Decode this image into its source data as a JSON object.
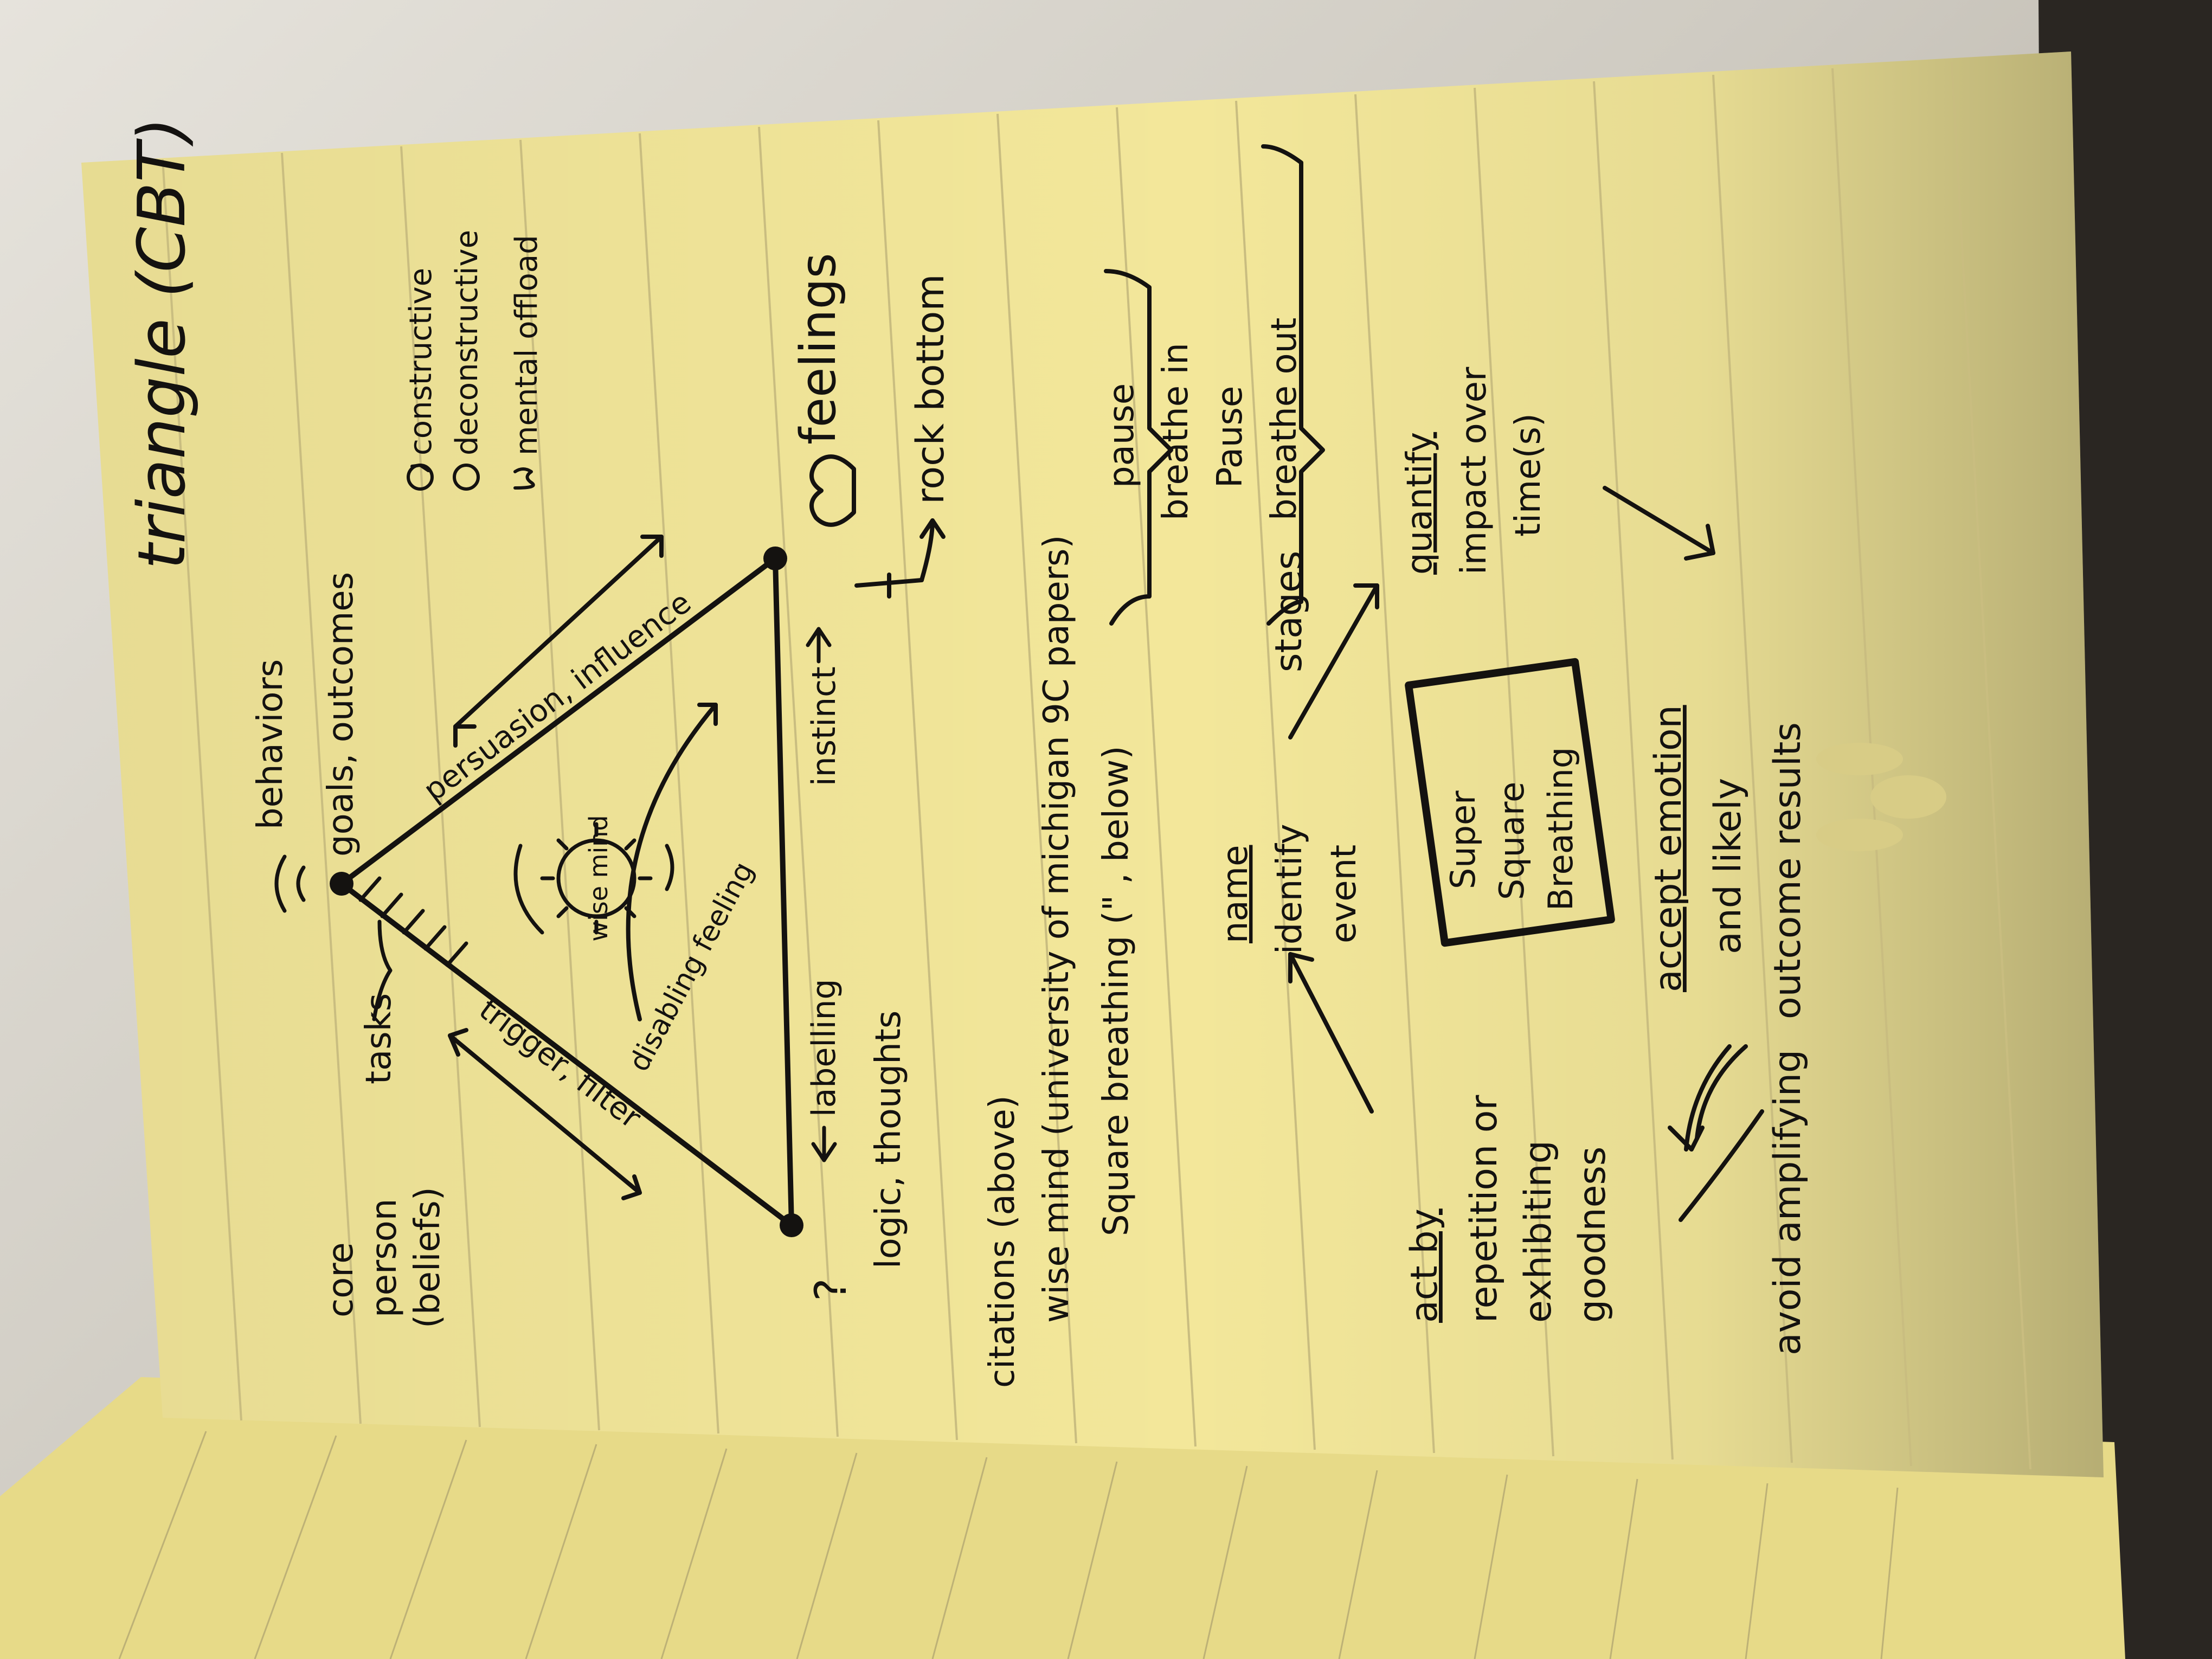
{
  "title": "triangle (CBT)",
  "diagram": {
    "top_vertex": {
      "line1": "behaviors",
      "line2": "goals, outcomes"
    },
    "left_vertex": {
      "line1": "core",
      "line2": "person",
      "line3": "(beliefs)"
    },
    "bottom_left_vertex": {
      "mark": "?",
      "label": "logic, thoughts"
    },
    "right_vertex": {
      "label": "feelings",
      "sub": "rock bottom"
    },
    "tasks_label": "tasks",
    "trigger_filter_label": "trigger, filter",
    "persuasion_label": "persuasion, influence",
    "disabling_feeling_label": "disabling feeling",
    "center_label": "wise mind",
    "base_labels": {
      "left": "labelling",
      "right": "instinct"
    },
    "legend": [
      "constructive",
      "deconstructive",
      "mental offload"
    ]
  },
  "citations": {
    "heading": "citations (above)",
    "item1": "wise mind (university of michigan 9C papers)",
    "item2": "Square breathing (\" , below)"
  },
  "breathing": {
    "stages_label": "stages",
    "steps": [
      "pause",
      "breathe in",
      "Pause",
      "breathe out"
    ]
  },
  "cycle": {
    "act": [
      "act by",
      "repetition or",
      "exhibiting",
      "goodness"
    ],
    "name": [
      "name",
      "identify",
      "event"
    ],
    "quantify": [
      "quantify",
      "impact over",
      "time(s)"
    ],
    "center_box": [
      "Super",
      "Square",
      "Breathing"
    ],
    "accept": [
      "accept emotion",
      "and likely",
      "outcome results"
    ],
    "avoid": "avoid amplifying"
  },
  "colors": {
    "paper": "#f3e79a",
    "ink": "#141210",
    "bedsheet": "#d9d6cf"
  }
}
